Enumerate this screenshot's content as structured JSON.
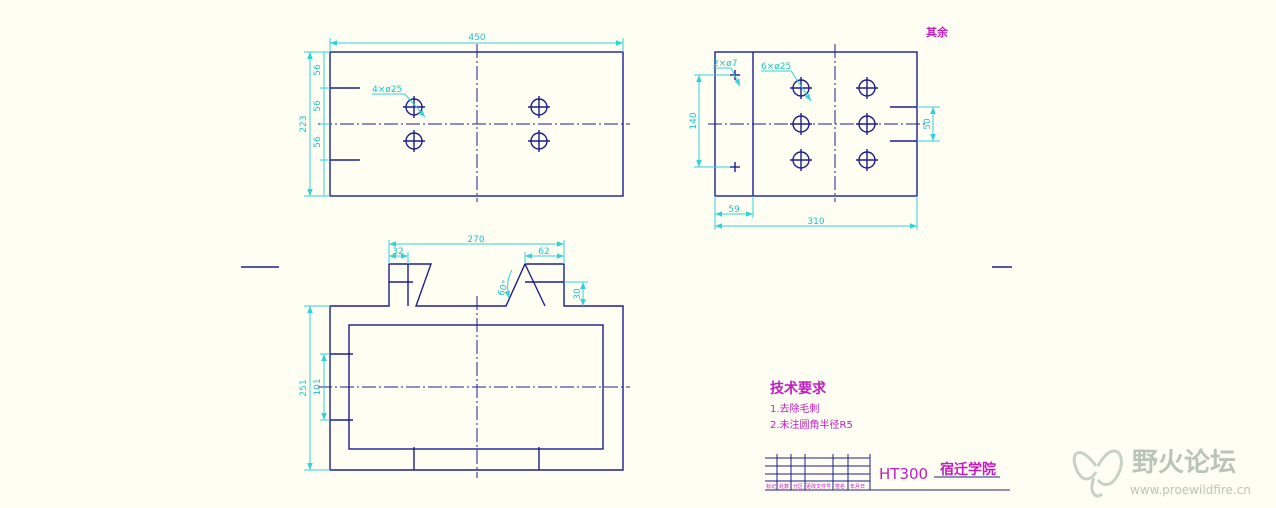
{
  "drawing": {
    "top_view": {
      "overall_width": "450",
      "overall_height": "223",
      "pitch_1": "56",
      "pitch_2": "56",
      "pitch_3": "56",
      "hole_callout": "4×ø25"
    },
    "side_view": {
      "small_hole_callout": "2×ø7",
      "hole_callout": "6×ø25",
      "height_dim": "140",
      "slot_dim": "50",
      "offset_dim": "59",
      "overall_width": "310"
    },
    "front_view": {
      "span_dim": "270",
      "left_slot_dim": "32",
      "right_slot_dim": "62",
      "depth_dim": "30",
      "angle_dim": "60°",
      "overall_height": "251",
      "inner_dim": "101"
    },
    "surface_note": "其余",
    "tech_requirements": {
      "title": "技术要求",
      "items": [
        "1.去除毛刺",
        "2.未注圆角半径R5"
      ]
    },
    "title_block": {
      "material": "HT300",
      "school": "宿迁学院",
      "footer_labels": [
        "标记",
        "处数",
        "分区",
        "更改文件号",
        "签名",
        "年月日"
      ]
    },
    "watermark": {
      "name": "野火论坛",
      "url": "www.proewildfire.cn"
    }
  },
  "colors": {
    "background": "#fffef2",
    "geometry": "#1d1e8f",
    "dimension": "#2fd3d9",
    "annotation": "#c21bc2",
    "watermark": "#b9c5b9"
  }
}
